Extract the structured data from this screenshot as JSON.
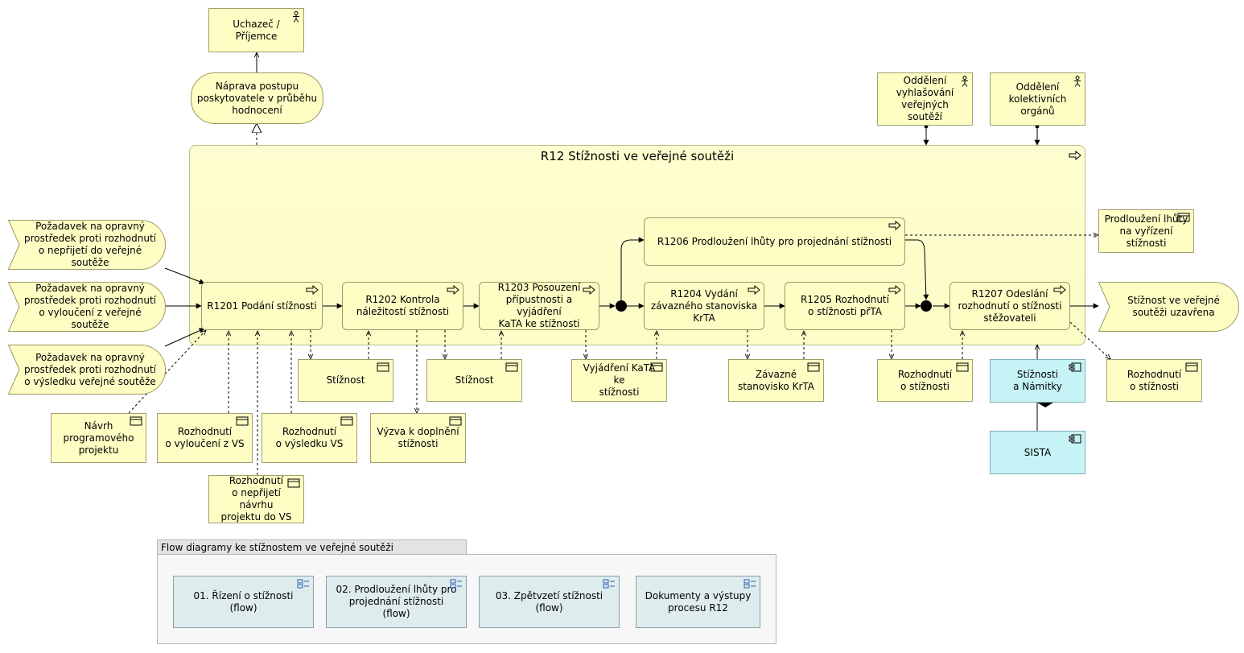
{
  "main_group": {
    "title": "R12 Stížnosti ve veřejné soutěži"
  },
  "flow_group": {
    "title": "Flow diagramy ke stížnostem ve veřejné soutěži"
  },
  "actors": {
    "applicant": "Uchazeč / Příjemce",
    "dept_tenders": "Oddělení\nvyhlašování\nveřejných soutěží",
    "dept_collective": "Oddělení\nkolektivních\norgánů"
  },
  "services": {
    "remedy": "Náprava postupu\nposkytovatele v průběhu\nhodnocení"
  },
  "events": {
    "in_nonacceptance": "Požadavek na opravný\nprostředek proti rozhodnutí\no nepřijetí do veřejné soutěže",
    "in_exclusion": "Požadavek na opravný\nprostředek proti rozhodnutí\no vyloučení z veřejné soutěže",
    "in_result": "Požadavek na opravný\nprostředek proti rozhodnutí\no výsledku veřejné soutěže",
    "out_closed": "Stížnost ve veřejné\nsoutěži uzavřena"
  },
  "processes": {
    "r1201": "R1201 Podání stížnosti",
    "r1202": "R1202 Kontrola\nnáležitostí stížnosti",
    "r1203": "R1203 Posouzení\npřípustnosti a vyjádření\nKaTA ke stížnosti",
    "r1204": "R1204 Vydání\nzávazného stanoviska\nKrTA",
    "r1205": "R1205 Rozhodnutí\no stížnosti přTA",
    "r1206": "R1206 Prodloužení lhůty pro projednání stížnosti",
    "r1207": "R1207 Odeslání\nrozhodnutí o stížnosti\nstěžovateli"
  },
  "objects": {
    "extension": "Prodloužení lhůty\nna vyřízení\nstížnosti",
    "complaint1": "Stížnost",
    "complaint2": "Stížnost",
    "kata_statement": "Vyjádření KaTA ke\nstížnosti",
    "binding_opinion": "Závazné\nstanovisko KrTA",
    "decision1": "Rozhodnutí\no stížnosti",
    "decision2": "Rozhodnutí\no stížnosti",
    "program_draft": "Návrh\nprogramového\nprojektu",
    "exclusion_decision": "Rozhodnutí\no vyloučení z VS",
    "result_decision": "Rozhodnutí\no výsledku VS",
    "supplement_call": "Výzva k doplnění\nstížnosti",
    "nonacceptance_decision": "Rozhodnutí\no nepřijetí návrhu\nprojektu do VS"
  },
  "components": {
    "complaints_app": "Stížnosti\na Námitky",
    "sista": "SISTA"
  },
  "flows": {
    "f1": "01. Řízení o stížnosti (flow)",
    "f2": "02. Prodloužení lhůty pro\nprojednání stížnosti (flow)",
    "f3": "03. Zpětvzetí stížnosti (flow)",
    "f4": "Dokumenty a výstupy\nprocesu R12"
  },
  "icons": {
    "actor": "stick-figure-icon",
    "process": "process-arrow-icon",
    "object": "business-object-icon",
    "component": "component-icon",
    "flow_view": "view-icon"
  },
  "colors": {
    "business": "#fefec4",
    "application": "#c6f4f6",
    "view": "#dfecee"
  }
}
